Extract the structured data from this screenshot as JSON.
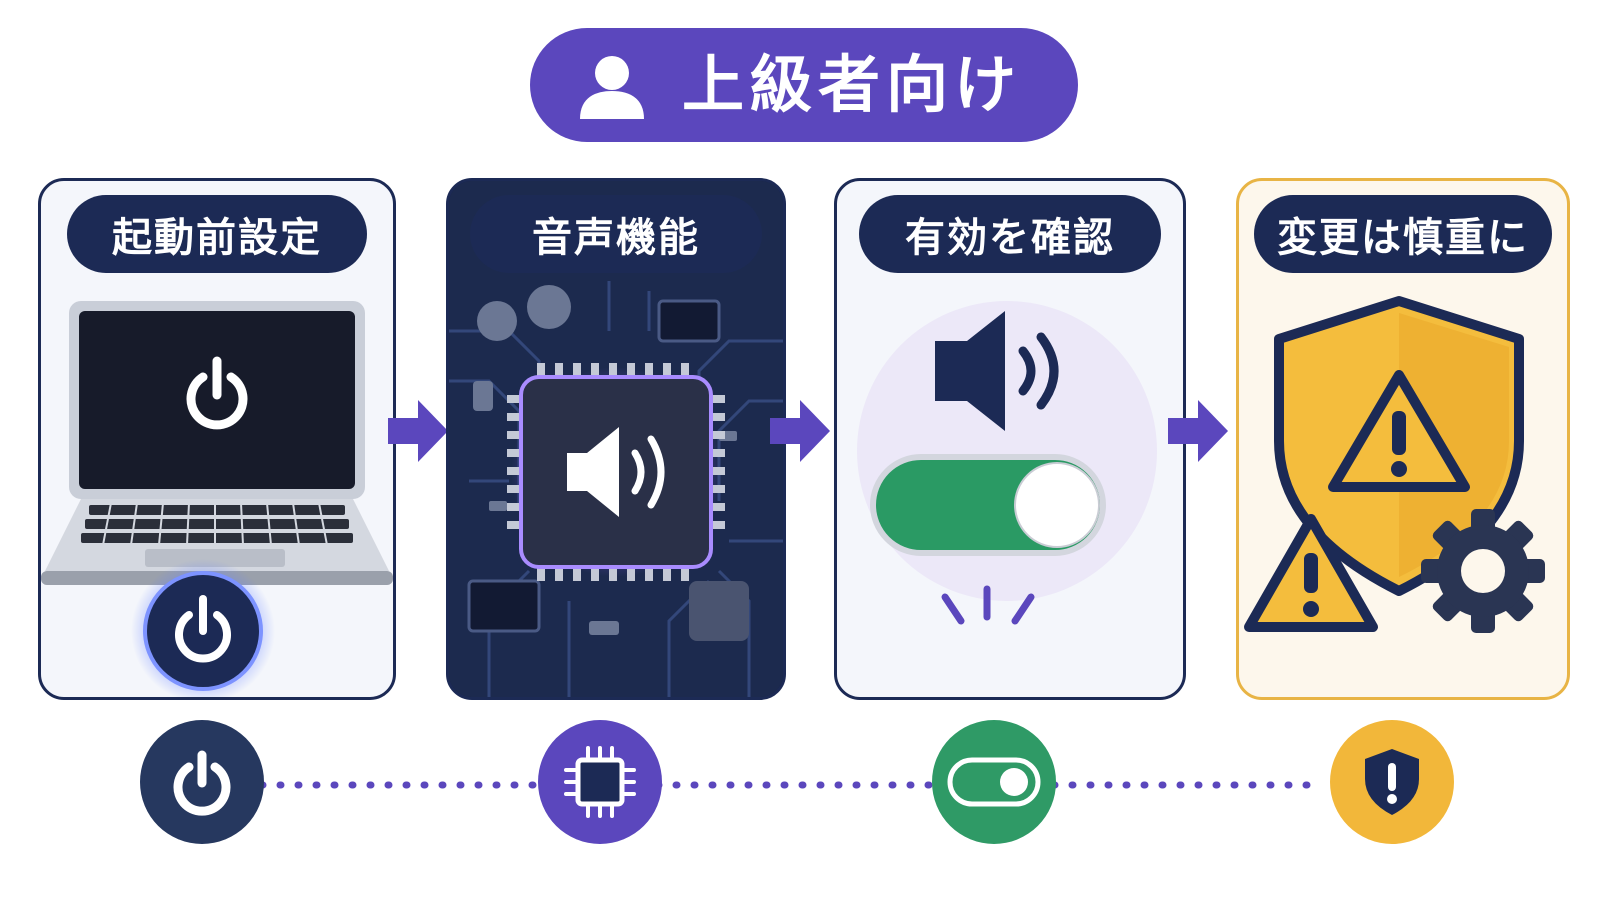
{
  "header": {
    "title": "上級者向け",
    "icon": "user-icon",
    "color": "#5b47bd"
  },
  "steps": [
    {
      "label": "起動前設定",
      "icon": "power-icon",
      "color": "#26385f"
    },
    {
      "label": "音声機能",
      "icon": "chip-icon",
      "color": "#5b47bd"
    },
    {
      "label": "有効を確認",
      "icon": "toggle-icon",
      "color": "#2f9a66"
    },
    {
      "label": "変更は慎重に",
      "icon": "shield-warning-icon",
      "color": "#f2b73a"
    }
  ]
}
